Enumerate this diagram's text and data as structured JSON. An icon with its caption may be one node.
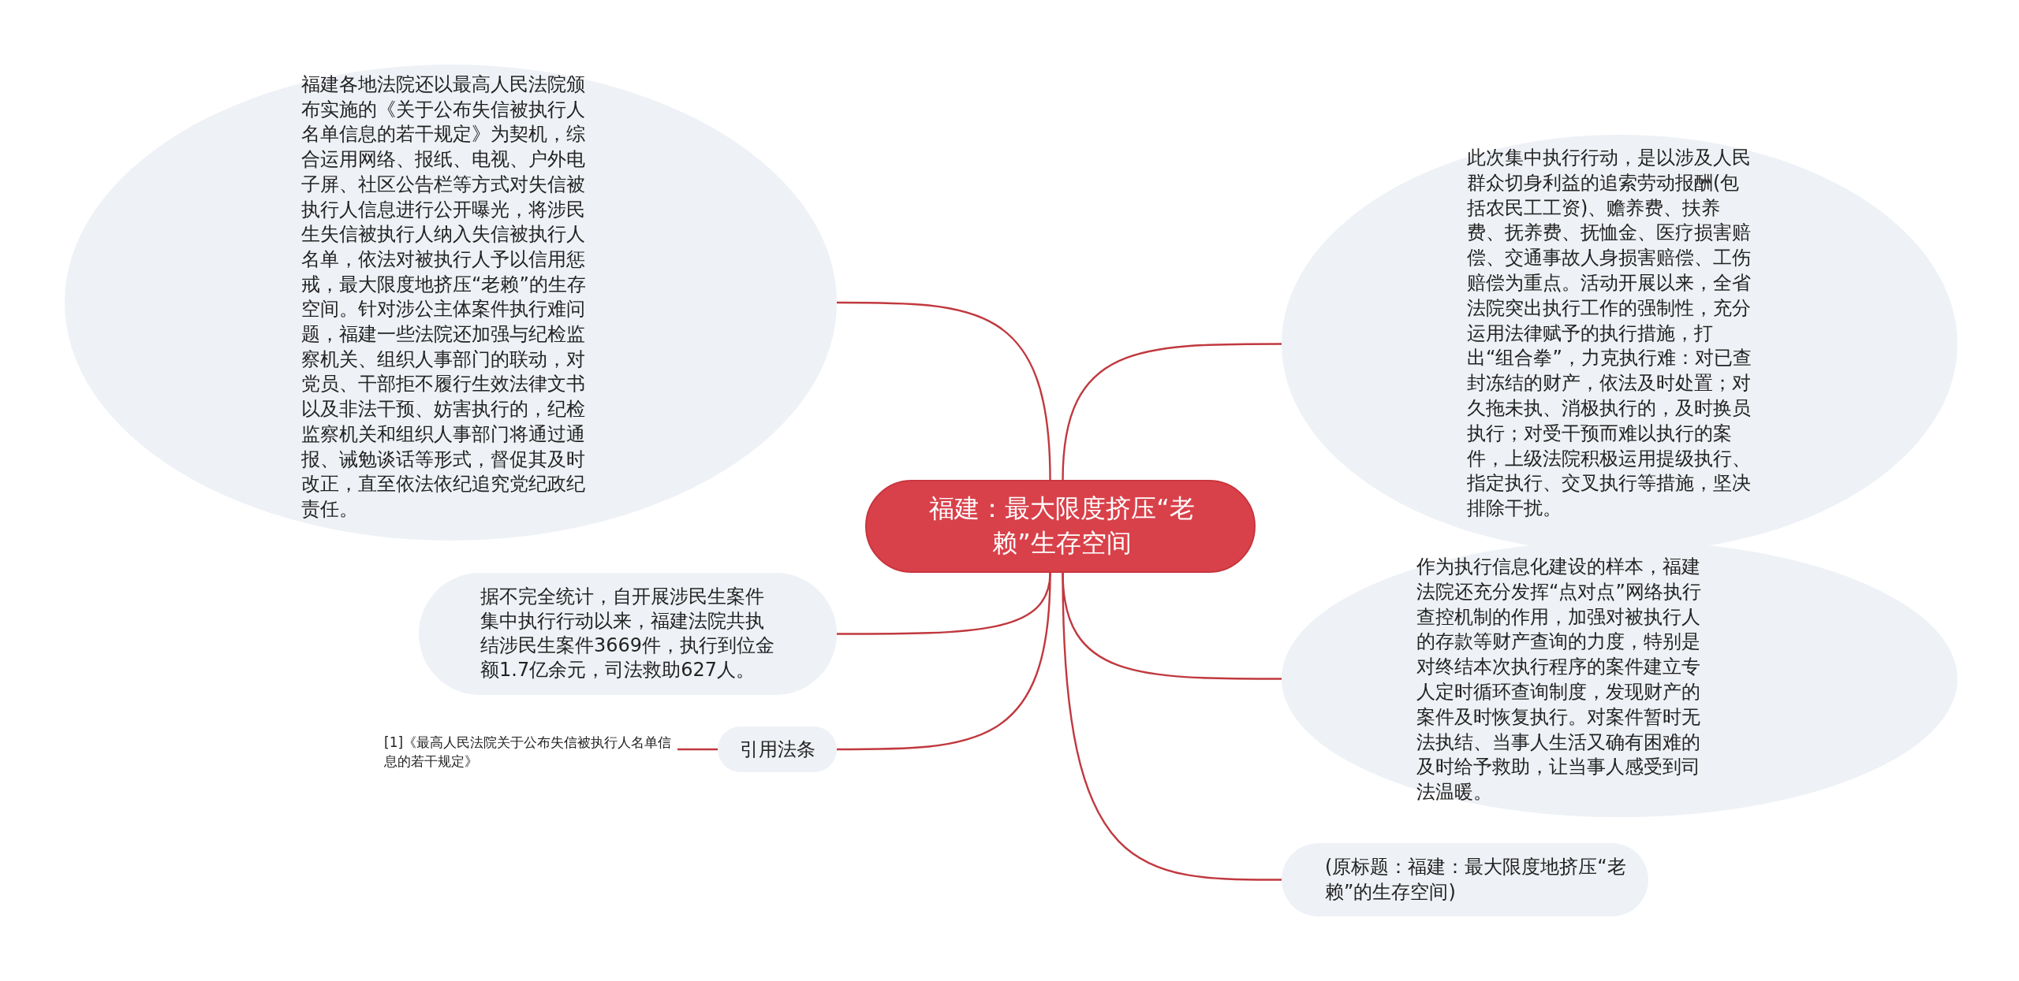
{
  "diagram": {
    "nodes": [
      {
        "text": [
          "福建：最大限度挤压“老赖”生存空间"
        ]
      },
      {
        "text": [
          "福建各地法院还以最高人民法院颁布实施的《关于公布失信被执行人名单信息的若干规定》为契机，综合运用网络、报纸、电视、户外电子屏、社区公告栏等方式对失信被执行人信息进行公开曝光，将涉民生失信被执行人纳入失信被执行人名单，依法对被执行人予以信用惩戒，最大限度地挤压“老赖”的生存空间。针对涉公主体案件执行难问题，福建一些法院还加强与纪检监察机关、组织人事部门的联动，对党员、干部拒不履行生效法律文书以及非法干预、妨害执行的，纪检监察机关和组织人事部门将通过通报、诫勉谈话等形式，督促其及时改正，直至依法依纪追究党纪政纪责任。"
        ]
      },
      {
        "text": [
          "据不完全统计，自开展涉民生案件集中执行行动以来，福建法院共执结涉民生案件3669件，执行到位金额1.7亿余元，司法救助627人。"
        ]
      },
      {
        "text": [
          "引用法条"
        ]
      },
      {
        "text": [
          "[1]《最高人民法院关于公布失信被执行人名单信息的若干规定》"
        ]
      },
      {
        "text": [
          "此次集中执行行动，是以涉及人民群众切身利益的追索劳动报酬(包括农民工工资)、赡养费、扶养费、抚养费、抚恤金、医疗损害赔偿、交通事故人身损害赔偿、工伤赔偿为重点。活动开展以来，全省法院突出执行工作的强制性，充分运用法律赋予的执行措施，打出“组合拳”，力克执行难：对已查封冻结的财产，依法及时处置；对久拖未执、消极执行的，及时换员执行；对受干预而难以执行的案件，上级法院积极运用提级执行、指定执行、交叉执行等措施，坚决排除干扰。"
        ]
      },
      {
        "text": [
          "作为执行信息化建设的样本，福建法院还充分发挥“点对点”网络执行查控机制的作用，加强对被执行人的存款等财产查询的力度，特别是对终结本次执行程序的案件建立专人定时循环查询制度，发现财产的案件及时恢复执行。对案件暂时无法执结、当事人生活又确有困难的及时给予救助，让当事人感受到司法温暖。"
        ]
      },
      {
        "text": [
          "(原标题：福建：最大限度地挤压“老赖”的生存空间)"
        ]
      }
    ],
    "edges": [
      {
        "from": 0,
        "to": 1,
        "arrow": "none"
      },
      {
        "from": 0,
        "to": 2,
        "arrow": "none"
      },
      {
        "from": 0,
        "to": 3,
        "arrow": "none"
      },
      {
        "from": 3,
        "to": 4,
        "arrow": "none"
      },
      {
        "from": 0,
        "to": 5,
        "arrow": "none"
      },
      {
        "from": 0,
        "to": 6,
        "arrow": "none"
      },
      {
        "from": 0,
        "to": 7,
        "arrow": "none"
      }
    ]
  }
}
